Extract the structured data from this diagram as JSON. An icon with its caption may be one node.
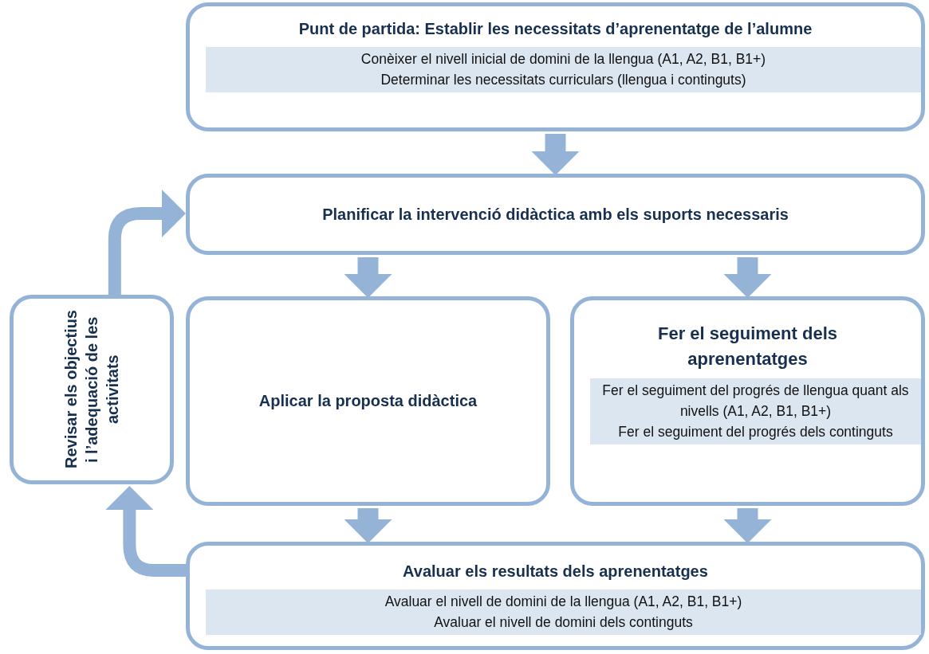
{
  "diagram": {
    "nodes": [
      {
        "text": [
          "Punt de partida: Establir les necessitats d’aprenentatge de l’alumne",
          "Conèixer el nivell inicial de domini de la llengua (A1, A2, B1, B1+)",
          "Determinar les necessitats curriculars (llengua i continguts)"
        ]
      },
      {
        "text": [
          "Planificar la intervenció didàctica amb els suports necessaris"
        ]
      },
      {
        "text": [
          "Aplicar la proposta didàctica"
        ]
      },
      {
        "text": [
          "Fer el seguiment dels aprenentatges",
          "Fer el seguiment del progrés de llengua quant als nivells (A1, A2, B1, B1+)",
          "Fer el seguiment del progrés dels continguts"
        ]
      },
      {
        "text": [
          "Avaluar els resultats dels aprenentatges",
          "Avaluar el nivell de domini de la llengua (A1, A2, B1, B1+)",
          "Avaluar el nivell de domini dels continguts"
        ]
      },
      {
        "text": [
          "Revisar els objectius i l’adequació de les activitats"
        ]
      }
    ],
    "edges": [
      {
        "from": 0,
        "to": 1,
        "arrow": "to"
      },
      {
        "from": 1,
        "to": 2,
        "arrow": "to"
      },
      {
        "from": 1,
        "to": 3,
        "arrow": "to"
      },
      {
        "from": 2,
        "to": 4,
        "arrow": "to"
      },
      {
        "from": 3,
        "to": 4,
        "arrow": "to"
      },
      {
        "from": 4,
        "to": 5,
        "arrow": "to"
      },
      {
        "from": 5,
        "to": 1,
        "arrow": "to"
      }
    ]
  }
}
